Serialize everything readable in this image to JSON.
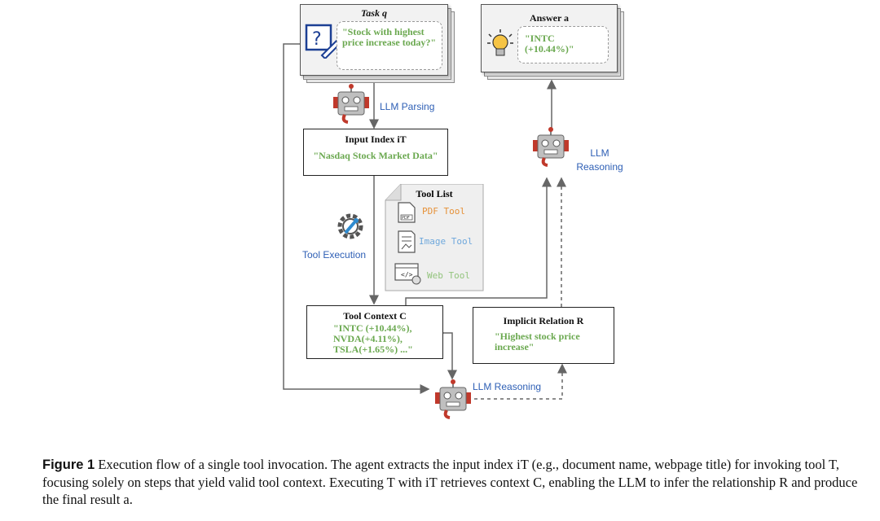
{
  "task": {
    "title": "Task q",
    "text": "\"Stock with highest price increase today?\""
  },
  "answer": {
    "title": "Answer a",
    "text": "\"INTC (+10.44%)\""
  },
  "llm_parsing": "LLM Parsing",
  "llm_reasoning_top": "LLM Reasoning",
  "llm_reasoning_bottom": "LLM Reasoning",
  "input_index": {
    "title": "Input Index iT",
    "text": "\"Nasdaq Stock Market Data\""
  },
  "tool_list": {
    "title": "Tool List",
    "pdf": "PDF Tool",
    "image": "Image Tool",
    "web": "Web Tool"
  },
  "tool_execution": "Tool Execution",
  "tool_context": {
    "title": "Tool Context C",
    "text": "\"INTC (+10.44%), NVDA(+4.11%), TSLA(+1.65%) ...\""
  },
  "implicit_relation": {
    "title": "Implicit Relation R",
    "text": "\"Highest stock price increase\""
  },
  "caption": {
    "label": "Figure 1",
    "text": "Execution flow of a single tool invocation. The agent extracts the input index iT (e.g., document name, webpage title) for invoking tool T, focusing solely on steps that yield valid tool context. Executing T with iT retrieves context C, enabling the LLM to infer the relationship R and produce the final result a."
  },
  "colors": {
    "green": "#6aa84f",
    "blue": "#2e5fb5",
    "pdf": "#e69138",
    "image": "#6fa8dc",
    "web": "#93c47d"
  }
}
